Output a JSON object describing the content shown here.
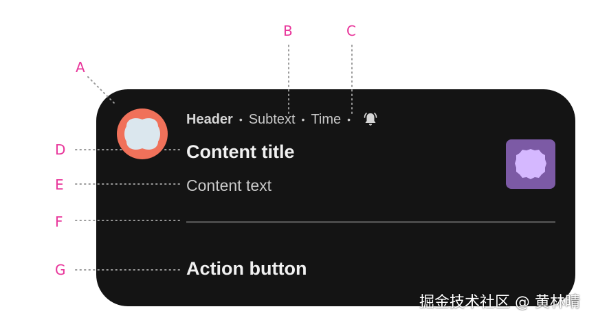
{
  "callouts": {
    "a": "A",
    "b": "B",
    "c": "C",
    "d": "D",
    "e": "E",
    "f": "F",
    "g": "G"
  },
  "notification": {
    "header": "Header",
    "separator": "•",
    "subtext": "Subtext",
    "time": "Time",
    "content_title": "Content title",
    "content_text": "Content text",
    "action_button": "Action button",
    "app_icon": "app-icon",
    "alert_icon": "bell-ringing-icon",
    "large_icon": "image-thumbnail-icon"
  },
  "colors": {
    "callout": "#e8359a",
    "card_background": "#141414",
    "app_icon_bg": "#f0715a",
    "thumbnail_bg": "#7c5aa5",
    "thumbnail_shape": "#d5b8ff"
  },
  "watermark": "掘金技术社区 @ 黄林晴"
}
